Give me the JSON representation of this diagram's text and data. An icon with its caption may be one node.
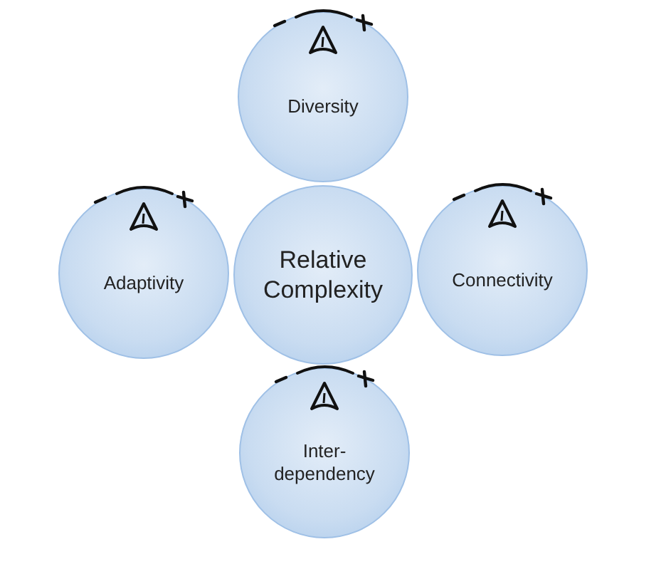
{
  "diagram": {
    "nodes": [
      {
        "text": [
          "Diversity"
        ]
      },
      {
        "text": [
          "Adaptivity"
        ]
      },
      {
        "text": [
          "Relative Complexity"
        ]
      },
      {
        "text": [
          "Connectivity"
        ]
      },
      {
        "text": [
          "Inter- dependency"
        ]
      }
    ]
  }
}
